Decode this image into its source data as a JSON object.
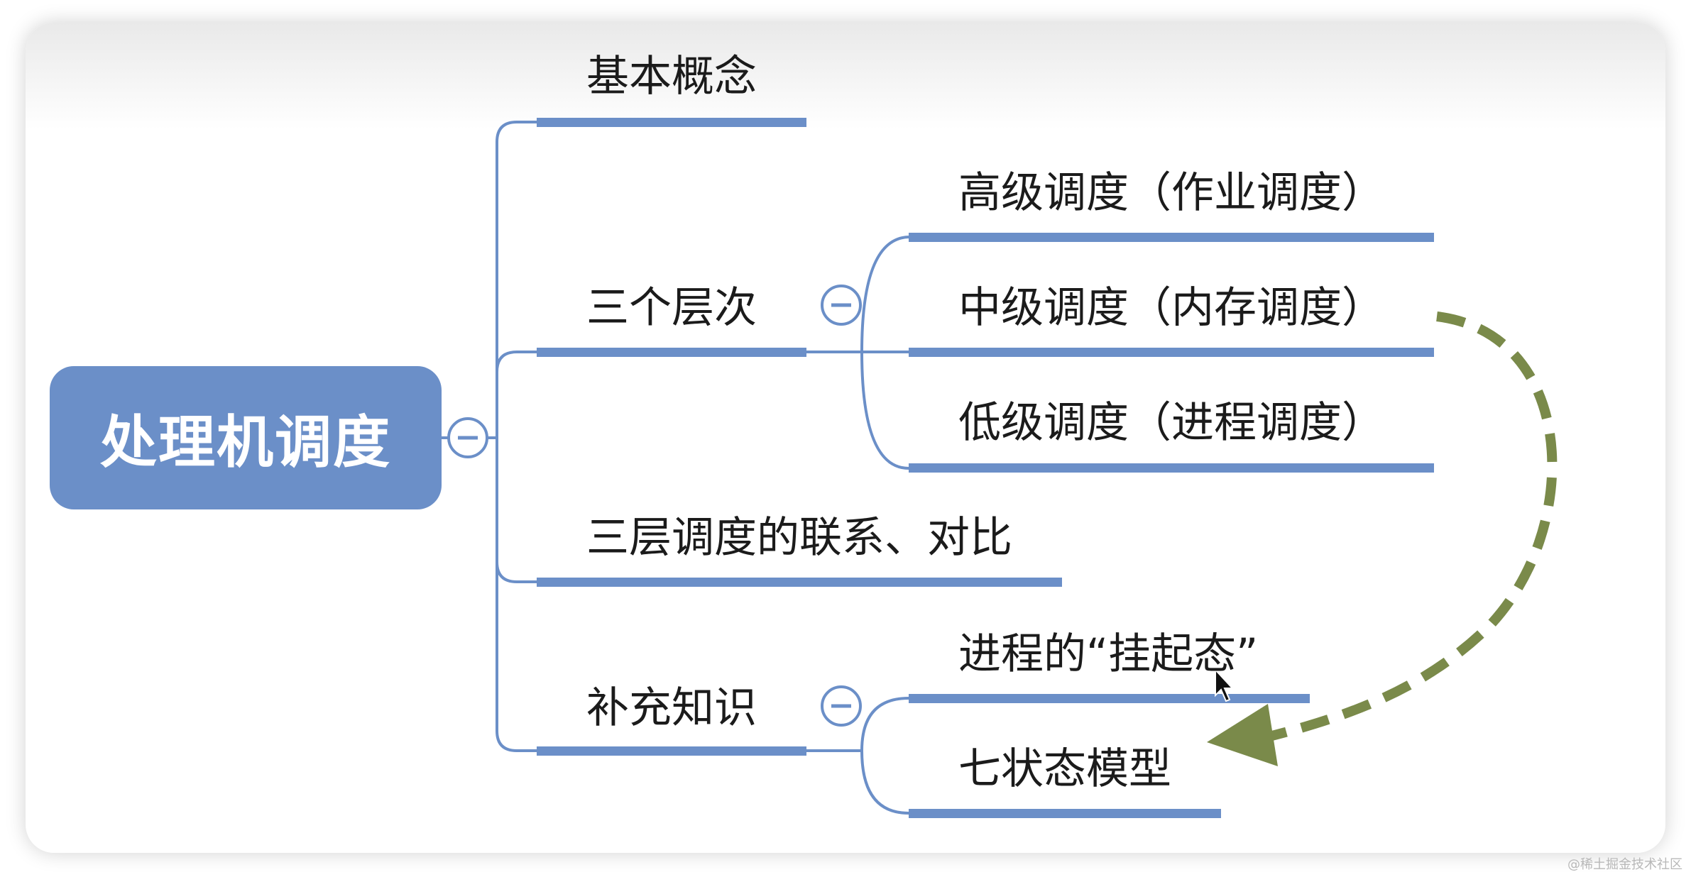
{
  "root": {
    "label": "处理机调度"
  },
  "branches": [
    {
      "label": "基本概念"
    },
    {
      "label": "三个层次",
      "children": [
        {
          "label": "高级调度（作业调度）"
        },
        {
          "label": "中级调度（内存调度）"
        },
        {
          "label": "低级调度（进程调度）"
        }
      ]
    },
    {
      "label": "三层调度的联系、对比"
    },
    {
      "label": "补充知识",
      "children": [
        {
          "label": "进程的“挂起态”"
        },
        {
          "label": "七状态模型"
        }
      ]
    }
  ],
  "collapse_icon": "minus-circle-icon",
  "colors": {
    "node_fill": "#6b8fc8",
    "line": "#6b8fc8",
    "arrow": "#7a8a4a"
  },
  "watermark": "@稀土掘金技术社区"
}
